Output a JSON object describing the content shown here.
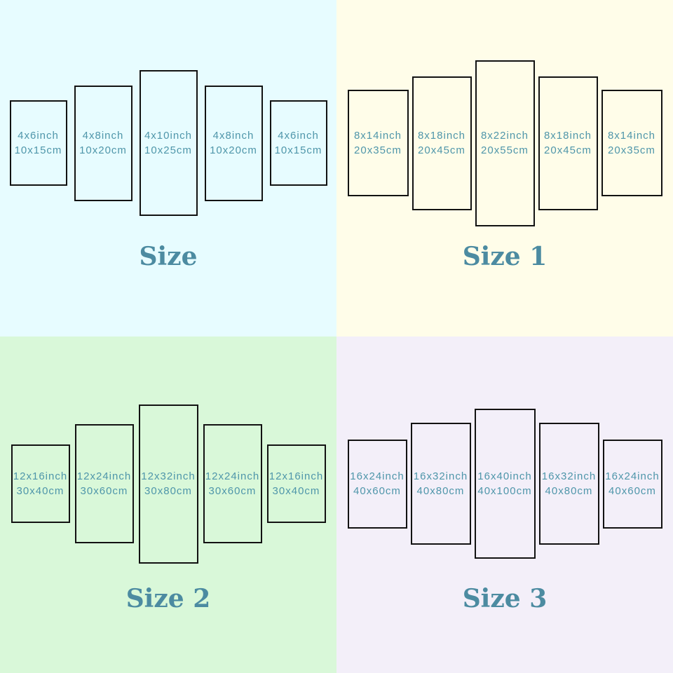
{
  "colors": {
    "quad_backgrounds": [
      "#e7fcff",
      "#fffde9",
      "#d9f8d9",
      "#f3eff9"
    ],
    "label_text": "#4f96aa",
    "title_text": "#4c8ba1",
    "panel_border": "#121212"
  },
  "sections": [
    {
      "title": "Size",
      "panels": [
        {
          "inch": "4x6inch",
          "cm": "10x15cm"
        },
        {
          "inch": "4x8inch",
          "cm": "10x20cm"
        },
        {
          "inch": "4x10inch",
          "cm": "10x25cm"
        },
        {
          "inch": "4x8inch",
          "cm": "10x20cm"
        },
        {
          "inch": "4x6inch",
          "cm": "10x15cm"
        }
      ]
    },
    {
      "title": "Size 1",
      "panels": [
        {
          "inch": "8x14inch",
          "cm": "20x35cm"
        },
        {
          "inch": "8x18inch",
          "cm": "20x45cm"
        },
        {
          "inch": "8x22inch",
          "cm": "20x55cm"
        },
        {
          "inch": "8x18inch",
          "cm": "20x45cm"
        },
        {
          "inch": "8x14inch",
          "cm": "20x35cm"
        }
      ]
    },
    {
      "title": "Size 2",
      "panels": [
        {
          "inch": "12x16inch",
          "cm": "30x40cm"
        },
        {
          "inch": "12x24inch",
          "cm": "30x60cm"
        },
        {
          "inch": "12x32inch",
          "cm": "30x80cm"
        },
        {
          "inch": "12x24inch",
          "cm": "30x60cm"
        },
        {
          "inch": "12x16inch",
          "cm": "30x40cm"
        }
      ]
    },
    {
      "title": "Size 3",
      "panels": [
        {
          "inch": "16x24inch",
          "cm": "40x60cm"
        },
        {
          "inch": "16x32inch",
          "cm": "40x80cm"
        },
        {
          "inch": "16x40inch",
          "cm": "40x100cm"
        },
        {
          "inch": "16x32inch",
          "cm": "40x80cm"
        },
        {
          "inch": "16x24inch",
          "cm": "40x60cm"
        }
      ]
    }
  ]
}
